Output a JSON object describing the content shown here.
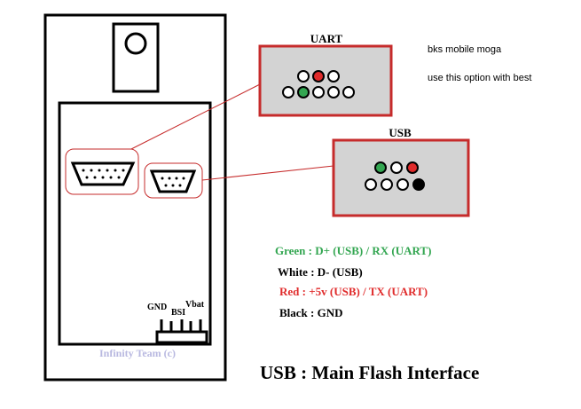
{
  "uart": {
    "title": "UART",
    "pins_top": [
      "white",
      "red",
      "white"
    ],
    "pins_bottom": [
      "white",
      "green",
      "white",
      "white",
      "white"
    ]
  },
  "usb": {
    "title": "USB",
    "pins_top": [
      "green",
      "white",
      "red"
    ],
    "pins_bottom": [
      "white",
      "white",
      "white",
      "black"
    ]
  },
  "notes": {
    "line1": "bks mobile moga",
    "line2": "use this option with best"
  },
  "legend": {
    "green": "Green : D+ (USB) / RX (UART)",
    "white": "White : D- (USB)",
    "red": "Red : +5v (USB) / TX (UART)",
    "black": "Black : GND"
  },
  "phone": {
    "pins_labels": [
      "GND",
      "BSI",
      "Vbat"
    ],
    "credit": "Infinity Team (c)"
  },
  "footer": "USB : Main Flash Interface",
  "colors": {
    "green": "#33a651",
    "red": "#e02b2b",
    "black": "#000000",
    "box_border": "#c62b2b",
    "box_fill": "#d3d3d3",
    "credit": "#b8b8e0"
  }
}
